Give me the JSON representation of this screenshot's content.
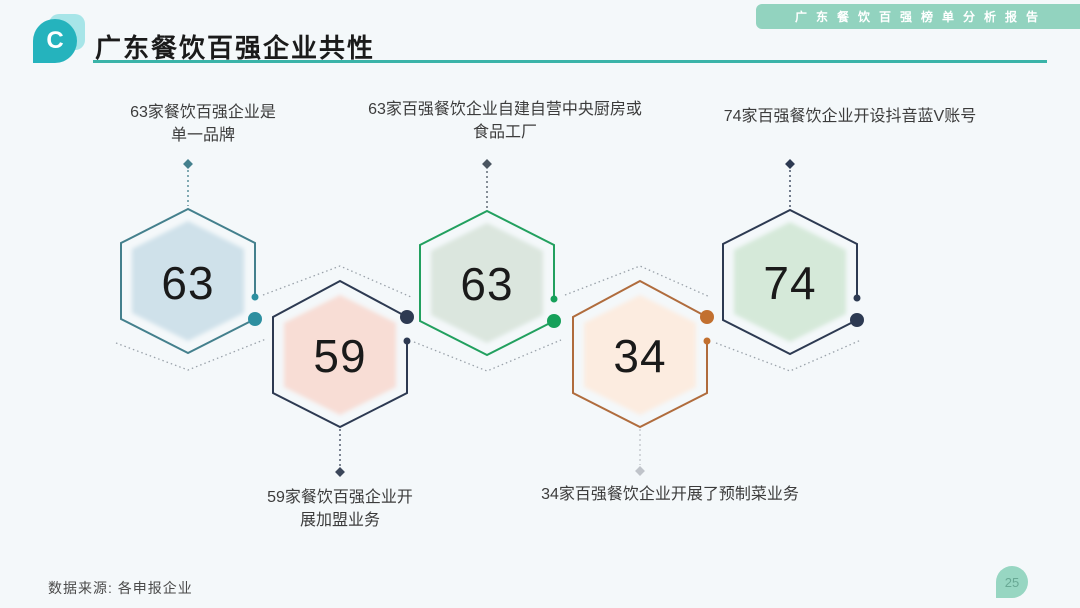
{
  "header": {
    "logo_letter": "C",
    "title": "广东餐饮百强企业共性",
    "badge": "广东餐饮百强榜单分析报告",
    "accent_color": "#3ab3a8",
    "badge_bg": "#92d3bf"
  },
  "chart_data": {
    "type": "pie",
    "title": "广东餐饮百强企业共性",
    "categories": [
      "单一品牌",
      "开展加盟业务",
      "自建自营中央厨房或食品工厂",
      "开展了预制菜业务",
      "开设抖音蓝V账号"
    ],
    "values": [
      63,
      59,
      63,
      34,
      74
    ],
    "unit": "家",
    "annotations": [
      "63家餐饮百强企业是单一品牌",
      "59家餐饮百强企业开展加盟业务",
      "63家百强餐饮企业自建自营中央厨房或食品工厂",
      "34家百强餐饮企业开展了预制菜业务",
      "74家百强餐饮企业开设抖音蓝V账号"
    ]
  },
  "hexagons": [
    {
      "value": "63",
      "label_lines": [
        "63家餐饮百强企业是",
        "单一品牌"
      ],
      "stroke": "#44808d",
      "fill": "#cfe1ea",
      "dot": "#2d8fa0",
      "connector": "#44808d"
    },
    {
      "value": "59",
      "label_lines": [
        "59家餐饮百强企业开",
        "展加盟业务"
      ],
      "stroke": "#2d3a52",
      "fill": "#f8ddd5",
      "dot": "#2d3a52",
      "connector": "#3c475a"
    },
    {
      "value": "63",
      "label_lines": [
        "63家百强餐饮企业自建自营中央厨房或",
        "食品工厂"
      ],
      "stroke": "#22a05f",
      "fill": "#dbe6de",
      "dot": "#16a05a",
      "connector": "#4a5560"
    },
    {
      "value": "34",
      "label_lines": [
        "34家百强餐饮企业开展了预制菜业务"
      ],
      "stroke": "#b06c3d",
      "fill": "#fcece0",
      "dot": "#c2702f",
      "connector": "#c0c4ca"
    },
    {
      "value": "74",
      "label_lines": [
        "74家百强餐饮企业开设抖音蓝V账号"
      ],
      "stroke": "#2d3a52",
      "fill": "#d5e9d9",
      "dot": "#2d3a52",
      "connector": "#2d3a52"
    }
  ],
  "colors": {
    "dotted_link": "#9aa2aa"
  },
  "footer": {
    "source": "数据来源: 各申报企业",
    "page": "25"
  }
}
